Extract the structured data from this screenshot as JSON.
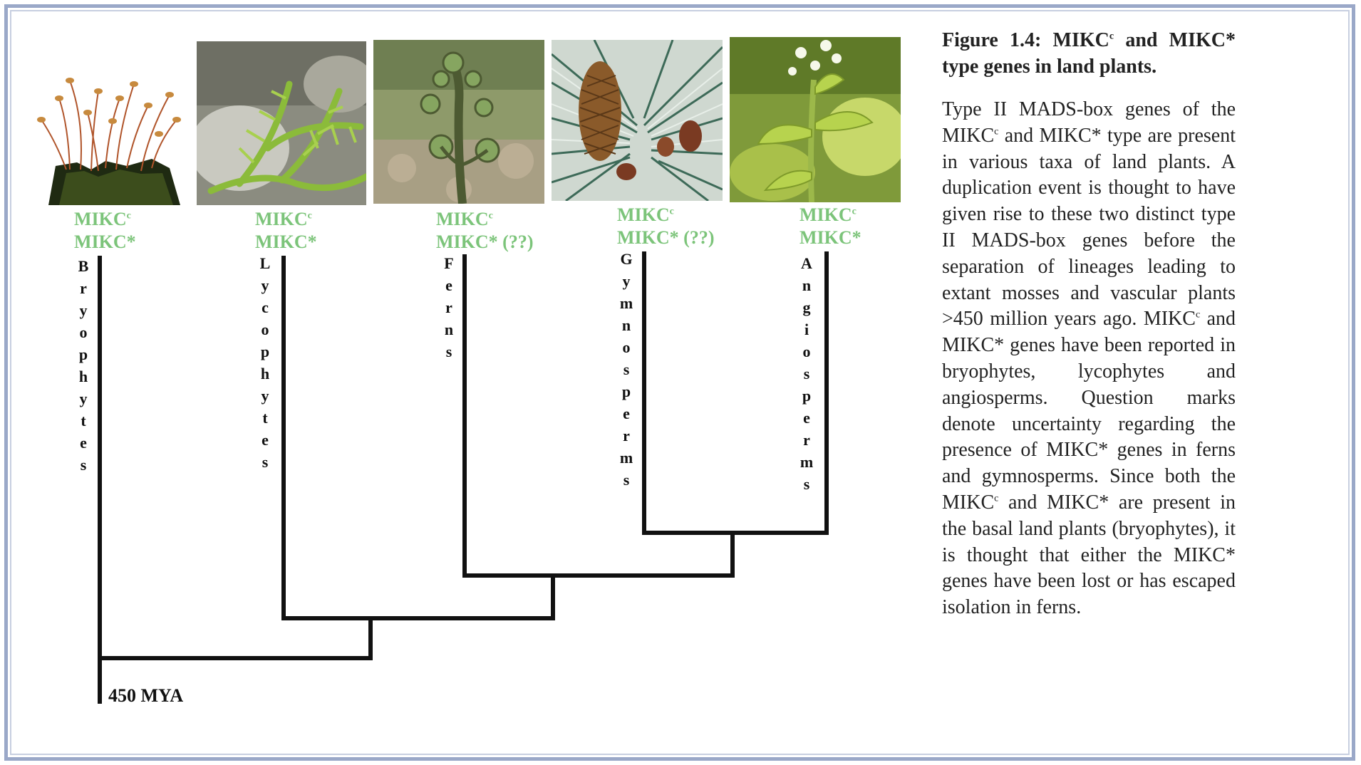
{
  "figure": {
    "title_a": "Figure 1.4: MIKC",
    "title_sup": "c",
    "title_b": " and MIKC* type genes in land plants.",
    "body_1": "Type II MADS-box genes of the MIKC",
    "body_sup1": "c",
    "body_2": " and MIKC* type are present in various taxa of land plants. A duplication event is thought to have given rise to these two distinct type II MADS-box genes before the separation of lineages leading to extant mosses and vascular plants >450 million years ago. MIKC",
    "body_sup2": "c",
    "body_3": " and MIKC* genes have been reported in bryophytes, lycophytes and angiosperms. Question marks denote uncertainty regarding the presence of MIKC* genes in ferns and gymnosperms. Since both the MIKC",
    "body_sup3": "c",
    "body_4": " and MIKC* are present in the basal land plants (bryophytes), it is thought that either the MIKC* genes have been lost or has escaped isolation in ferns."
  },
  "tree": {
    "root_label": "450 MYA",
    "taxa": [
      {
        "name": "Bryophytes",
        "gene1": "MIKC",
        "gene1_sup": "c",
        "gene2": "MIKC*"
      },
      {
        "name": "Lycophytes",
        "gene1": "MIKC",
        "gene1_sup": "c",
        "gene2": "MIKC*"
      },
      {
        "name": "Ferns",
        "gene1": "MIKC",
        "gene1_sup": "c",
        "gene2": "MIKC* (??)"
      },
      {
        "name": "Gymnosperms",
        "gene1": "MIKC",
        "gene1_sup": "c",
        "gene2": "MIKC* (??)"
      },
      {
        "name": "Angiosperms",
        "gene1": "MIKC",
        "gene1_sup": "c",
        "gene2": "MIKC*"
      }
    ]
  },
  "colors": {
    "gene_label": "#7cc47a",
    "tree_line": "#111111",
    "frame": "#9aa8c8"
  }
}
